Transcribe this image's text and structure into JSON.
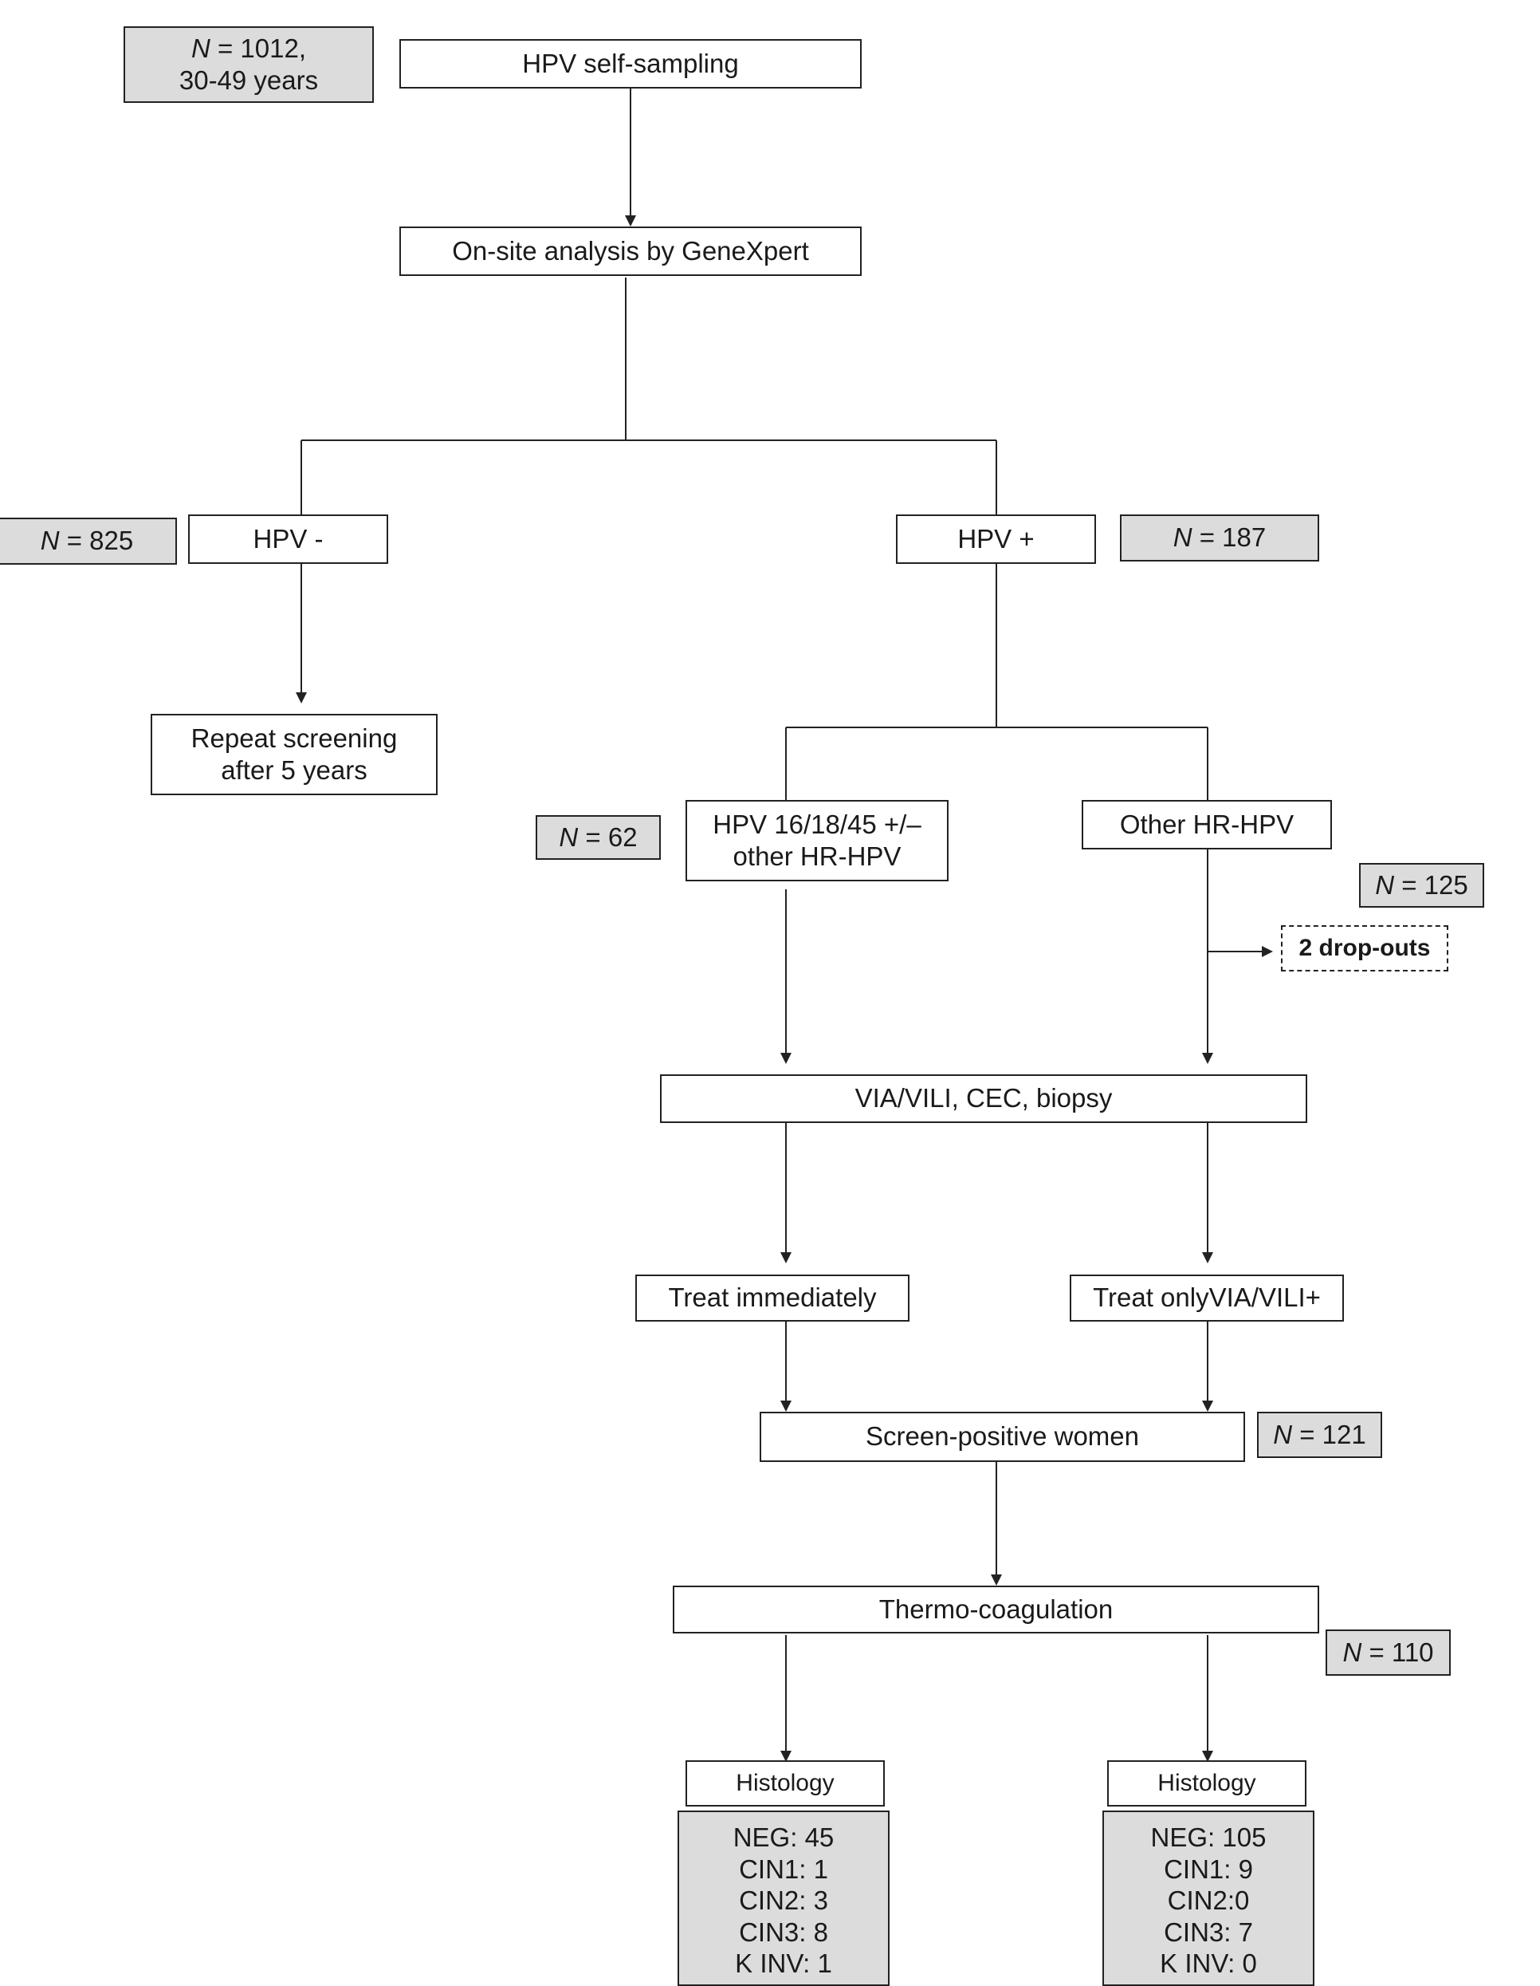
{
  "counts": {
    "total_var": "N",
    "total_rest": " = 1012,",
    "total_age": "30-49 years",
    "hpv_neg_var": "N",
    "hpv_neg_rest": " = 825",
    "hpv_pos_var": "N",
    "hpv_pos_rest": " = 187",
    "hpv161845_var": "N",
    "hpv161845_rest": " = 62",
    "other_hr_var": "N",
    "other_hr_rest": " = 125",
    "screen_pos_var": "N",
    "screen_pos_rest": " = 121",
    "thermo_var": "N",
    "thermo_rest": " = 110"
  },
  "nodes": {
    "self_sampling": "HPV self-sampling",
    "onsite": "On-site analysis by GeneXpert",
    "hpv_neg": "HPV -",
    "hpv_pos": "HPV +",
    "repeat_line1": "Repeat screening",
    "repeat_line2": "after 5 years",
    "hpv161845_line1": "HPV 16/18/45 +/–",
    "hpv161845_line2": "other HR-HPV",
    "other_hr": "Other HR-HPV",
    "dropouts": "2 drop-outs",
    "via_vili": "VIA/VILI, CEC, biopsy",
    "treat_immediately": "Treat immediately",
    "treat_only": "Treat onlyVIA/VILI+",
    "screen_pos": "Screen-positive women",
    "thermo": "Thermo-coagulation",
    "histology_left": "Histology",
    "histology_right": "Histology"
  },
  "histology": {
    "left": [
      "NEG: 45",
      "CIN1: 1",
      "CIN2: 3",
      "CIN3: 8",
      "K INV: 1"
    ],
    "right": [
      "NEG: 105",
      "CIN1: 9",
      "CIN2:0",
      "CIN3: 7",
      "K INV: 0"
    ]
  }
}
